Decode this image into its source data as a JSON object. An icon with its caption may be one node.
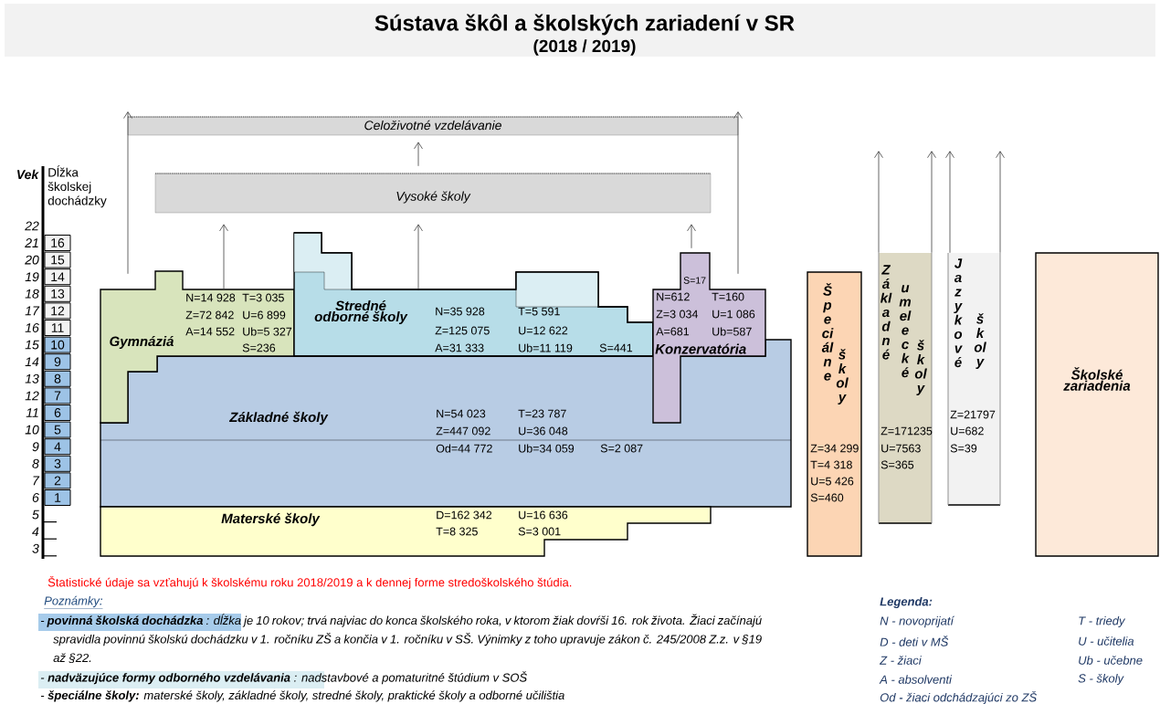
{
  "diagram": {
    "title": "Sústava škôl a školských zariadení v SR",
    "nodes": [
      {
        "text": [
          "Celoživotné vzdelávanie"
        ]
      },
      {
        "text": [
          "Vysoké školy"
        ]
      },
      {
        "text": [
          "Gymnáziá",
          "N=14 928",
          "Z=72 842",
          "A=14 552",
          "T=3 035",
          "U=6 899",
          "Ub=5 327",
          "S=236"
        ]
      },
      {
        "text": [
          "Stredné odborné školy",
          "N=35 928",
          "Z=125 075",
          "A=31 333",
          "T=5 591",
          "U=12 622",
          "Ub=11 119",
          "S=441"
        ]
      },
      {
        "text": [
          "S=17",
          "N=612",
          "Z=3 034",
          "A=681",
          "T=160",
          "U=1 086",
          "Ub=587",
          "Konzervatória"
        ]
      },
      {
        "text": [
          "Základné školy",
          "N=54 023",
          "Z=447 092",
          "Od=44 772",
          "T=23 787",
          "U=36 048",
          "Ub=34 059",
          "S=2 087"
        ]
      },
      {
        "text": [
          "Materské školy",
          "D=162 342",
          "T=8 325",
          "U=16 636",
          "S=3 001"
        ]
      },
      {
        "text": [
          "Špeciálne",
          "školy",
          "Z=34 299",
          "T=4 318",
          "U=5 426",
          "S=460"
        ]
      },
      {
        "text": [
          "Základné",
          "umelecké",
          "školy",
          "Z=171235",
          "U=7563",
          "S=365"
        ]
      },
      {
        "text": [
          "Jazykové",
          "školy",
          "Z=21797",
          "U=682",
          "S=39"
        ]
      },
      {
        "text": [
          "Školské zariadenia"
        ]
      },
      {
        "text": [
          "16"
        ]
      },
      {
        "text": [
          "15"
        ]
      },
      {
        "text": [
          "14"
        ]
      },
      {
        "text": [
          "13"
        ]
      },
      {
        "text": [
          "12"
        ]
      },
      {
        "text": [
          "11"
        ]
      },
      {
        "text": [
          "10"
        ]
      },
      {
        "text": [
          "9"
        ]
      },
      {
        "text": [
          "8"
        ]
      },
      {
        "text": [
          "7"
        ]
      },
      {
        "text": [
          "6"
        ]
      },
      {
        "text": [
          "5"
        ]
      },
      {
        "text": [
          "4"
        ]
      },
      {
        "text": [
          "3"
        ]
      },
      {
        "text": [
          "2"
        ]
      },
      {
        "text": [
          "1"
        ]
      }
    ],
    "edges": [
      {
        "from": 2,
        "to": 0,
        "arrow": "to"
      },
      {
        "from": 2,
        "to": 1,
        "arrow": "to"
      },
      {
        "from": 3,
        "to": 1,
        "arrow": "to"
      },
      {
        "from": 4,
        "to": 1,
        "arrow": "to"
      },
      {
        "from": 1,
        "to": 0,
        "arrow": "to"
      },
      {
        "from": 4,
        "to": 0,
        "arrow": "to"
      },
      {
        "from": 8,
        "to": null,
        "arrow": "to"
      },
      {
        "from": 8,
        "to": null,
        "arrow": "to"
      },
      {
        "from": 9,
        "to": null,
        "arrow": "to"
      },
      {
        "from": 9,
        "to": null,
        "arrow": "to"
      }
    ],
    "labels": [
      "(2018 / 2019)",
      "Vek",
      "Dĺžka školskej dochádzky",
      "22",
      "21",
      "20",
      "19",
      "18",
      "17",
      "16",
      "15",
      "14",
      "13",
      "12",
      "11",
      "10",
      "9",
      "8",
      "7",
      "6",
      "5",
      "4",
      "3",
      "Štatistické údaje sa vzťahujú k školskému roku 2018/2019 a k dennej forme stredoškolského štúdia.",
      "Poznámky:",
      "- **povinná školská dochádzka** : dĺžka je 10 rokov; trvá najviac do konca školského roka, v ktorom žiak dovŕši 16. rok života. Žiaci začínajú spravidla povinnú školskú dochádzku  v 1. ročníku ZŠ a končia v 1. ročníku v SŠ. Výnimky z toho upravuje zákon č. 245/2008 Z.z. v §19 až §22.",
      "- **nadväzujúce formy odborného vzdelávania** : nadstavbové a pomaturitné štúdium v SOŠ",
      "- **špeciálne školy:** materské školy, základné školy, stredné školy, praktické školy a odborné učilištia",
      "Legenda:",
      "N - novoprijatí",
      "T - triedy",
      "D - deti v MŠ",
      "U - učitelia",
      "Z - žiaci",
      "Ub - učebne",
      "A - absolventi",
      "S - školy",
      "Od - žiaci odchádzajúci zo ZŠ"
    ]
  }
}
